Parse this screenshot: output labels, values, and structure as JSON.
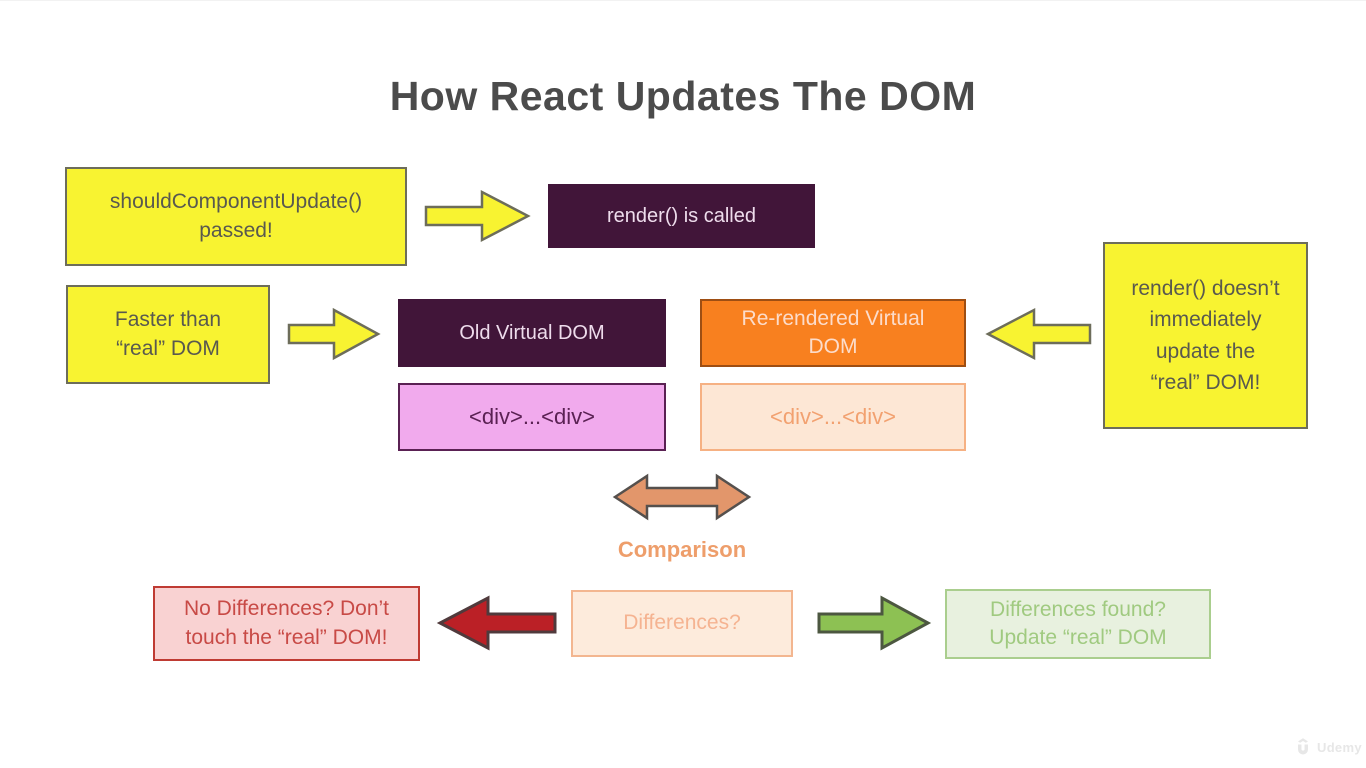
{
  "title": "How React Updates The DOM",
  "nodes": {
    "should_update": "shouldComponentUpdate()\npassed!",
    "render_called": "render() is called",
    "faster_than": "Faster than\n“real” DOM",
    "old_virtual_dom": "Old Virtual DOM",
    "rerendered_virtual_dom": "Re-rendered Virtual\nDOM",
    "render_note": "render() doesn’t\nimmediately\nupdate the\n“real” DOM!",
    "old_div_snippet": "<div>...<div>",
    "new_div_snippet": "<div>...<div>",
    "comparison_label": "Comparison",
    "differences": "Differences?",
    "no_differences": "No Differences? Don’t\ntouch the “real” DOM!",
    "differences_found": "Differences found?\nUpdate “real” DOM"
  },
  "watermark": {
    "label": "Udemy"
  },
  "colors": {
    "title_text": "#4b4b4b",
    "yellow_fill": "#f8f331",
    "yellow_stroke": "#6d6d5a",
    "dark_purple": "#411539",
    "orange_fill": "#f8801f",
    "orange_stroke": "#9e4e13",
    "pink_fill": "#f1aaed",
    "peach_fill": "#fde7d5",
    "comparison_fill": "#e2966b",
    "comparison_stroke": "#55504d",
    "red_fill": "#bb2026",
    "red_stroke": "#503a3c",
    "green_fill": "#8dc153",
    "green_stroke": "#4c5740",
    "red_box_bg": "#f9d2d2",
    "red_box_border": "#bf3b33",
    "red_box_text": "#c84a46",
    "green_box_bg": "#e8f1df",
    "green_box_border": "#aace8e",
    "green_box_text": "#a0ca80",
    "watermark_gray": "#e7e7e7"
  }
}
